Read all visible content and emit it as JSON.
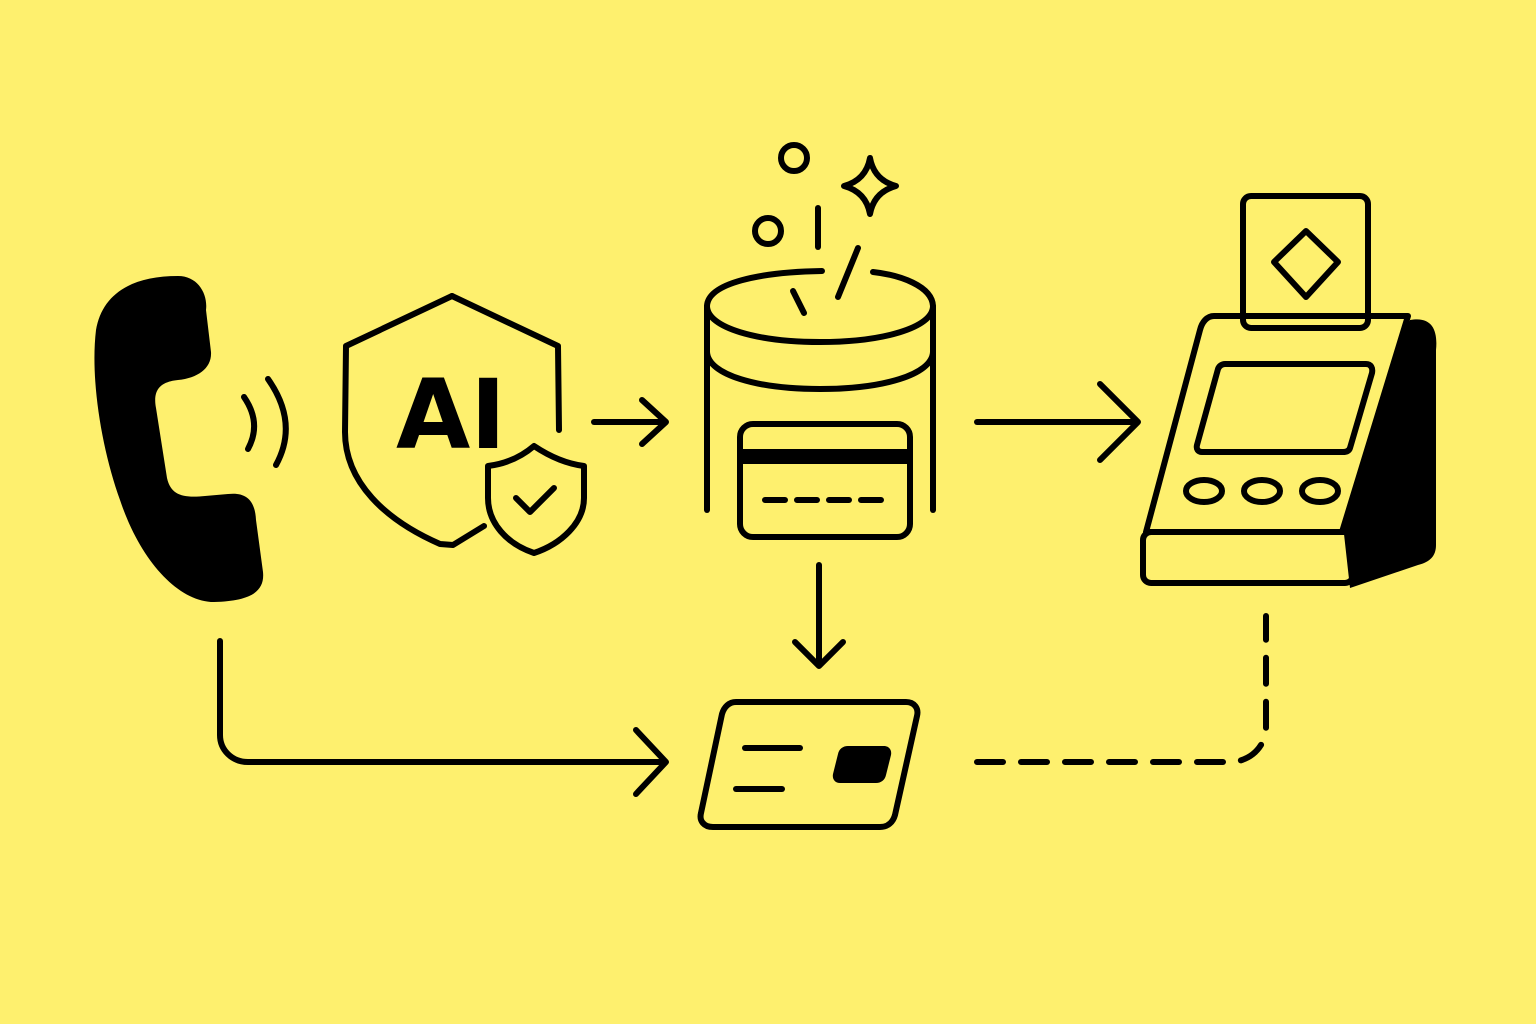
{
  "diagram": {
    "ai_badge_text": "AI",
    "colors": {
      "background": "#FEF06E",
      "ink": "#000000"
    },
    "nodes": [
      {
        "id": "phone",
        "icon": "phone-call-icon"
      },
      {
        "id": "ai-security",
        "icon": "ai-shield-check-icon"
      },
      {
        "id": "card-vault",
        "icon": "database-card-icon"
      },
      {
        "id": "pos-terminal",
        "icon": "payment-terminal-icon"
      },
      {
        "id": "payment-card",
        "icon": "credit-card-icon"
      }
    ],
    "connections": [
      {
        "from": "ai-security",
        "to": "card-vault",
        "style": "solid"
      },
      {
        "from": "card-vault",
        "to": "pos-terminal",
        "style": "solid"
      },
      {
        "from": "card-vault",
        "to": "payment-card",
        "style": "solid"
      },
      {
        "from": "phone",
        "to": "payment-card",
        "style": "solid"
      },
      {
        "from": "payment-card",
        "to": "pos-terminal",
        "style": "dashed"
      }
    ]
  }
}
